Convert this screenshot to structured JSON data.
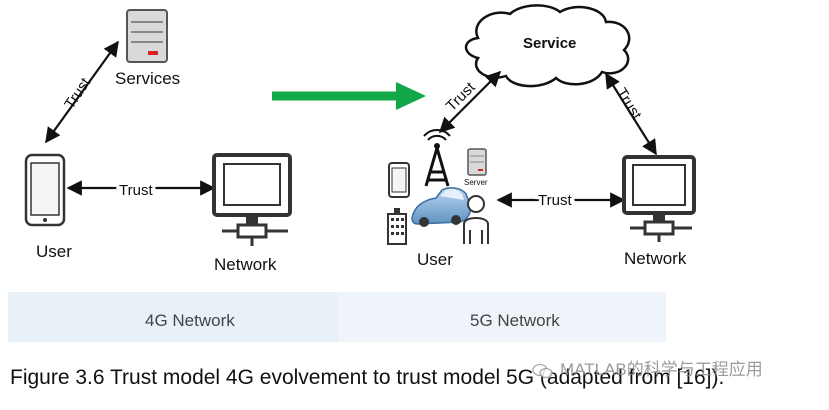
{
  "labels": {
    "services": "Services",
    "user_4g": "User",
    "network_4g": "Network",
    "trust": "Trust",
    "service": "Service",
    "server": "Server",
    "user_5g": "User",
    "network_5g": "Network"
  },
  "bands": {
    "left": "4G Network",
    "right": "5G Network"
  },
  "caption": "Figure 3.6 Trust model 4G evolvement to trust model 5G (adapted from [16]).",
  "watermark": "MATLAB的科学与工程应用",
  "colors": {
    "arrow_green": "#11a84a",
    "band": "#e8f1f8",
    "device_stroke": "#333333"
  }
}
